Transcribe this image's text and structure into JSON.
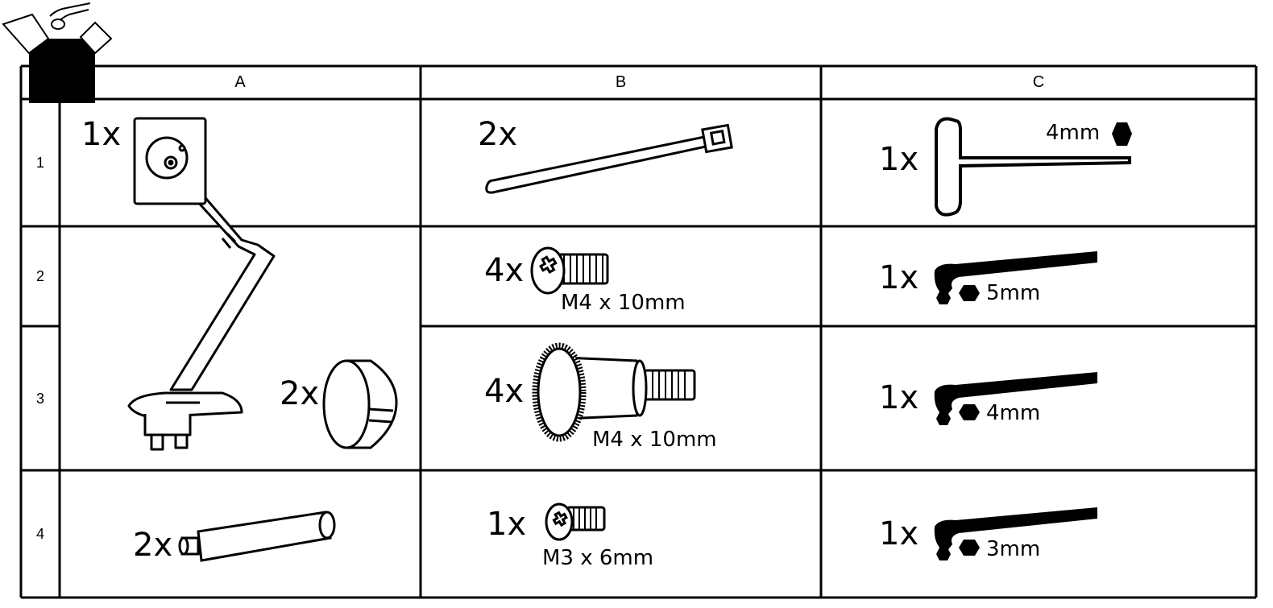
{
  "columns": [
    "A",
    "B",
    "C"
  ],
  "rows": [
    "1",
    "2",
    "3",
    "4"
  ],
  "parts": {
    "a1": {
      "qty": "1x",
      "icon": "monitor-arm-icon"
    },
    "a3": {
      "qty": "2x",
      "icon": "cap-icon"
    },
    "a4": {
      "qty": "2x",
      "icon": "pin-icon"
    },
    "b1": {
      "qty": "2x",
      "icon": "cable-tie-icon"
    },
    "b2": {
      "qty": "4x",
      "spec": "M4 x 10mm",
      "icon": "screw-icon"
    },
    "b3": {
      "qty": "4x",
      "spec": "M4 x 10mm",
      "icon": "thumb-screw-icon"
    },
    "b4": {
      "qty": "1x",
      "spec": "M3 x 6mm",
      "icon": "screw-icon"
    },
    "c1": {
      "qty": "1x",
      "spec": "4mm",
      "icon": "t-handle-hex-key-icon"
    },
    "c2": {
      "qty": "1x",
      "spec": "5mm",
      "icon": "hex-key-icon"
    },
    "c3": {
      "qty": "1x",
      "spec": "4mm",
      "icon": "hex-key-icon"
    },
    "c4": {
      "qty": "1x",
      "spec": "3mm",
      "icon": "hex-key-icon"
    }
  }
}
